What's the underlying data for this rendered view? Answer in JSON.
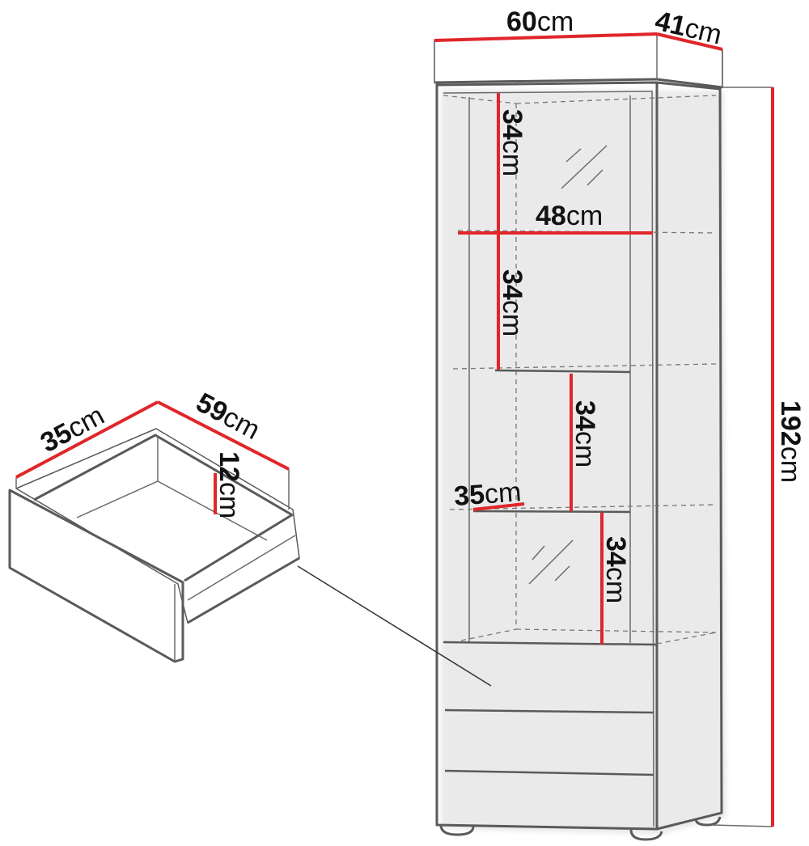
{
  "colors": {
    "dimension_line": "#e0262b",
    "outline": "#5a5a5a"
  },
  "cabinet": {
    "width": {
      "value": "60",
      "unit": "cm"
    },
    "depth": {
      "value": "41",
      "unit": "cm"
    },
    "height": {
      "value": "192",
      "unit": "cm"
    },
    "shelf_width": {
      "value": "48",
      "unit": "cm"
    },
    "shelf_depth": {
      "value": "35",
      "unit": "cm"
    },
    "compartments": [
      {
        "value": "34",
        "unit": "cm"
      },
      {
        "value": "34",
        "unit": "cm"
      },
      {
        "value": "34",
        "unit": "cm"
      },
      {
        "value": "34",
        "unit": "cm"
      }
    ]
  },
  "drawer": {
    "depth": {
      "value": "35",
      "unit": "cm"
    },
    "width": {
      "value": "59",
      "unit": "cm"
    },
    "height": {
      "value": "12",
      "unit": "cm"
    }
  }
}
